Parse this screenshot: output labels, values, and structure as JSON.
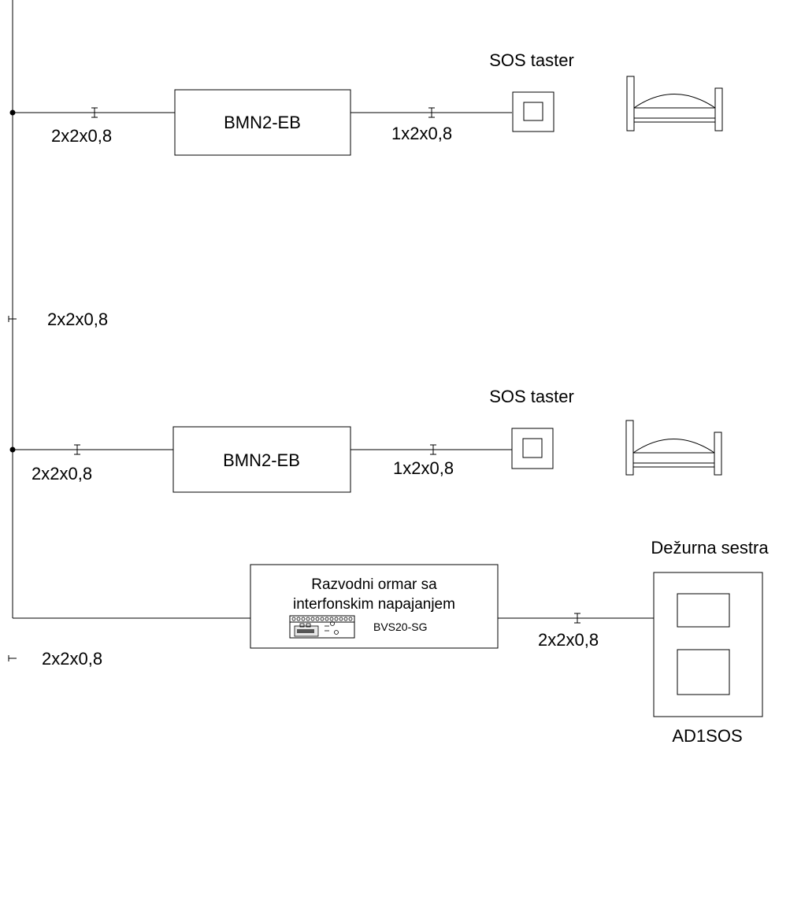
{
  "row1": {
    "cable_left": "2x2x0,8",
    "device": "BMN2-EB",
    "cable_right": "1x2x0,8",
    "button_label": "SOS taster"
  },
  "riser1": {
    "cable": "2x2x0,8"
  },
  "row2": {
    "cable_left": "2x2x0,8",
    "device": "BMN2-EB",
    "cable_right": "1x2x0,8",
    "button_label": "SOS taster"
  },
  "riser2": {
    "cable": "2x2x0,8"
  },
  "cabinet": {
    "title_line1": "Razvodni ormar sa",
    "title_line2": "interfonskim napajanjem",
    "module": "BVS20-SG"
  },
  "nurse": {
    "cable": "2x2x0,8",
    "title": "Dežurna sestra",
    "model": "AD1SOS"
  }
}
